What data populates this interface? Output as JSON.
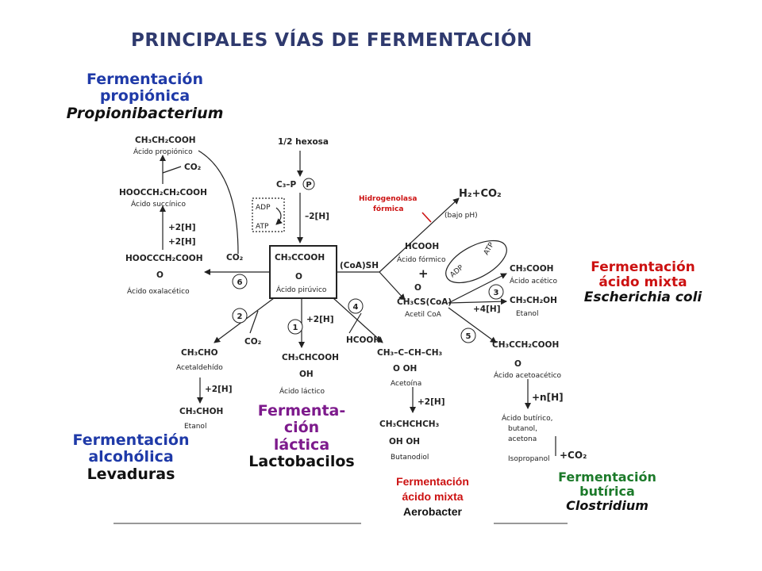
{
  "title": "PRINCIPALES VÍAS DE FERMENTACIÓN",
  "labels": {
    "propionica": {
      "l1": "Fermentación",
      "l2": "propiónica",
      "org": "Propionibacterium"
    },
    "acido_mixta_ecoli": {
      "l1": "Fermentación",
      "l2": "ácido mixta",
      "org": "Escherichia  coli"
    },
    "alcoholica": {
      "l1": "Fermentación",
      "l2": "alcohólica",
      "org": "Levaduras"
    },
    "lactica": {
      "l1": "Fermenta-",
      "l2": "ción",
      "l3": "láctica",
      "org": "Lactobacilos"
    },
    "acido_mixta_aerobacter": {
      "l1": "Fermentación",
      "l2": "ácido mixta",
      "org": "Aerobacter"
    },
    "butirica": {
      "l1": "Fermentación",
      "l2": "butírica",
      "org": "Clostridium"
    }
  },
  "diagram": {
    "hexosa": "1/2 hexosa",
    "c3p": "C₃–P",
    "adp": "ADP",
    "atp": "ATP",
    "minus2h": "–2[H]",
    "pyruvate_formula": "CH₃CCOOH",
    "pyruvate_o": "O",
    "pyruvate_name": "Ácido pirúvico",
    "coash": "(CoA)SH",
    "hidrogenolasa_1": "Hidrogenolasa",
    "hidrogenolasa_2": "fórmica",
    "h2co2": "H₂+CO₂",
    "bajo_ph": "(bajo pH)",
    "hcooh": "HCOOH",
    "formico": "Ácido fórmico",
    "plus": "+",
    "acetylcoa_formula": "CH₃CS(CoA)",
    "acetylcoa_o": "O",
    "acetylcoa_name": "Acetil CoA",
    "adp2": "ADP",
    "atp2": "ATP",
    "acetico_formula": "CH₃COOH",
    "acetico_name": "Ácido acético",
    "plus4h": "+4[H]",
    "etanol_formula": "CH₃CH₂OH",
    "etanol_name": "Etanol",
    "acetoacetico_formula": "CH₃CCH₂COOH",
    "acetoacetico_o": "O",
    "acetoacetico_name": "Ácido acetoacético",
    "plusnh": "+n[H]",
    "butirico_1": "Ácido butírico,",
    "butirico_2": "butanol,",
    "butirico_3": "acetona",
    "isopropanol": "Isopropanol",
    "plusco2": "+CO₂",
    "propionico_formula": "CH₃CH₂COOH",
    "propionico_name": "Ácido propiónico",
    "co2_a": "CO₂",
    "succinico_formula": "HOOCCH₂CH₂COOH",
    "succinico_name": "Ácido succínico",
    "plus2h_a": "+2[H]",
    "plus2h_b": "+2[H]",
    "oxalacetico_formula": "HOOCCCH₂COOH",
    "oxalacetico_o": "O",
    "oxalacetico_name": "Ácido oxalacético",
    "co2_b": "CO₂",
    "co2_c": "CO₂",
    "acetaldehido_formula": "CH₃CHO",
    "acetaldehido_name": "Acetaldehído",
    "plus2h_c": "+2[H]",
    "etanol2_formula": "CH₃CHOH",
    "etanol2_name": "Etanol",
    "plus2h_d": "+2[H]",
    "lactico_formula": "CH₃CHCOOH",
    "lactico_oh": "OH",
    "lactico_name": "Ácido láctico",
    "hcooh2": "HCOOH",
    "acetoina_formula": "CH₃–C–CH–CH₃",
    "acetoina_sub": "O  OH",
    "acetoina_name": "Acetoína",
    "plus2h_e": "+2[H]",
    "butanodiol_formula": "CH₃CHCHCH₃",
    "butanodiol_sub": "OH  OH",
    "butanodiol_name": "Butanodiol",
    "n1": "1",
    "n2": "2",
    "n3": "3",
    "n4": "4",
    "n5": "5",
    "n6": "6",
    "np": "P"
  },
  "colors": {
    "title": "#2f3a6e",
    "blue": "#1f3aa8",
    "green": "#1c7a2a",
    "purple": "#7d1a8c",
    "red": "#cc1111"
  }
}
